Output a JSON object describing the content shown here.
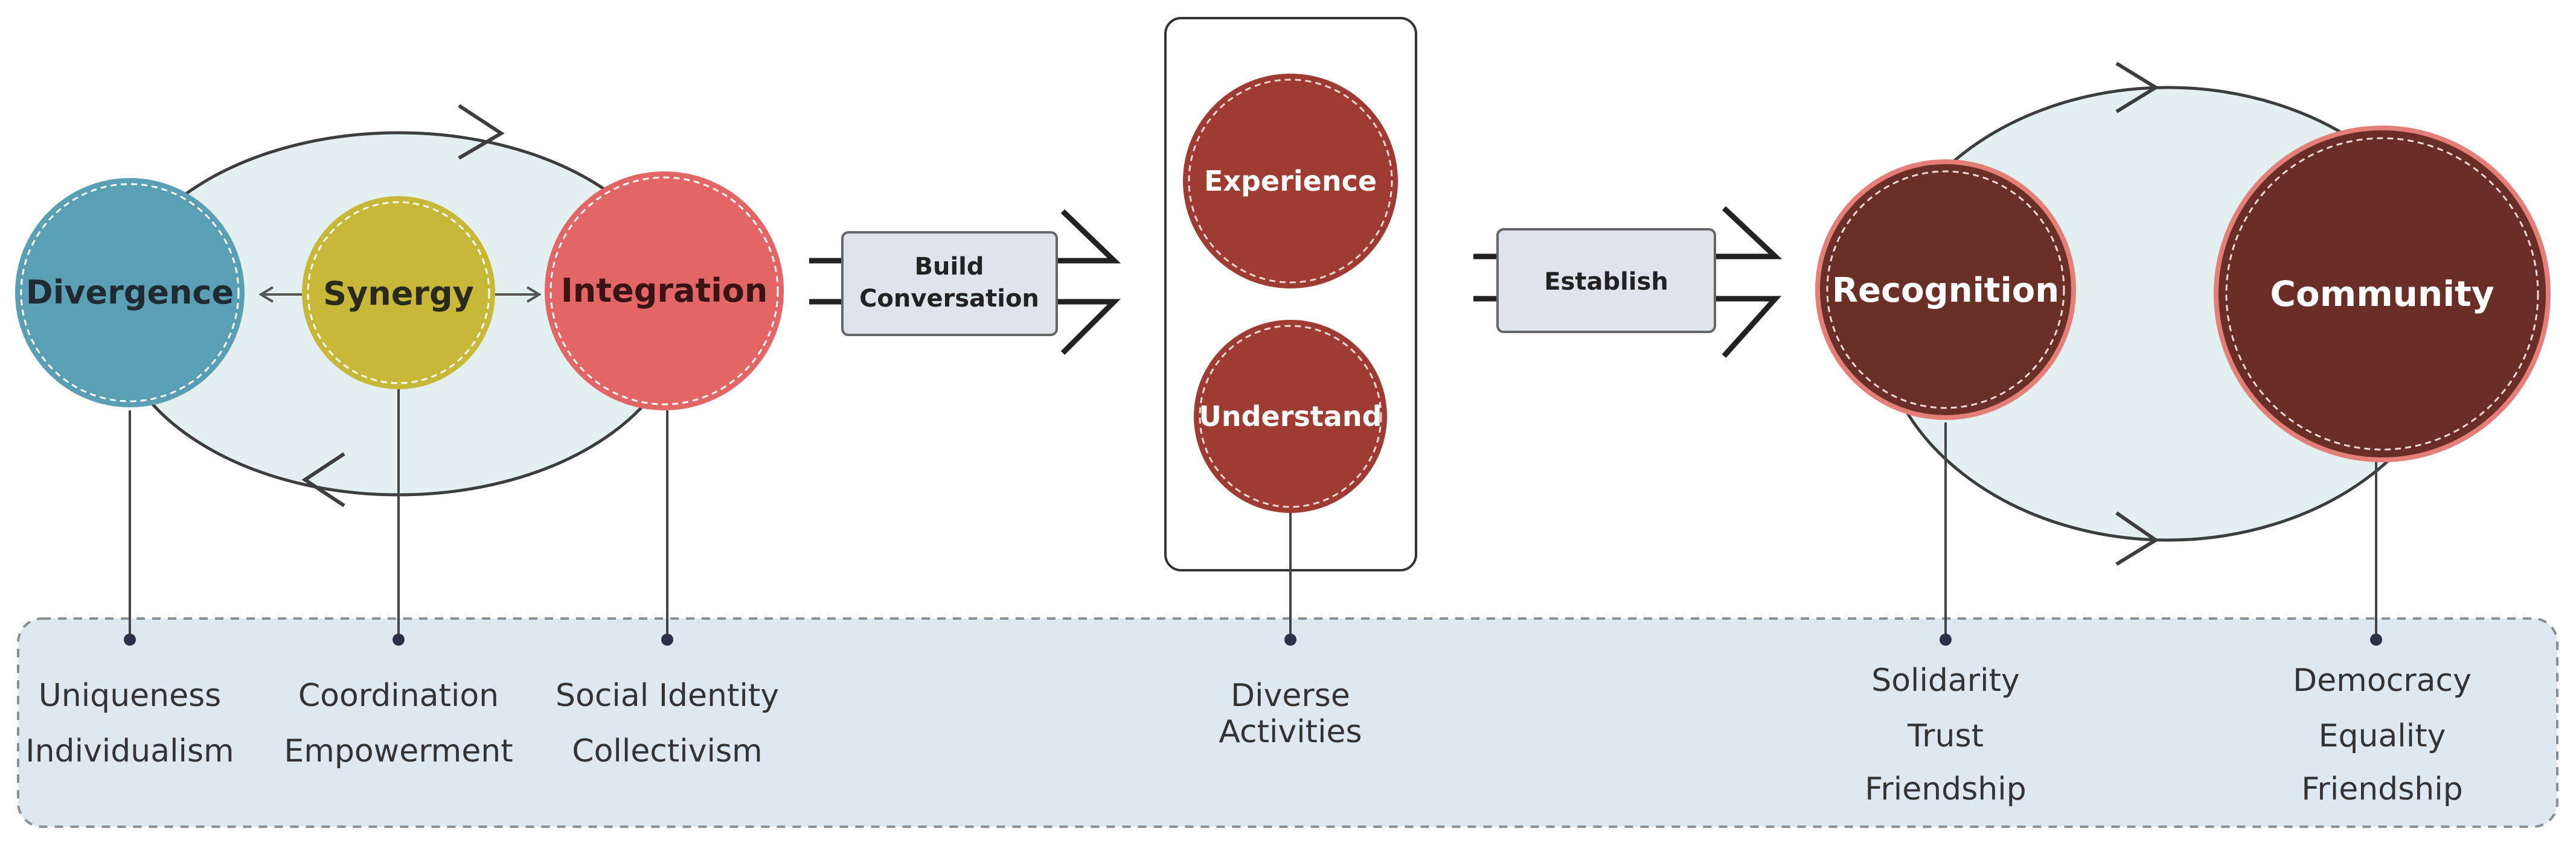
{
  "colors": {
    "divergence": "#5a9fb4",
    "synergy": "#c8b83a",
    "integration": "#e26666",
    "activity_circle": "#9e3b33",
    "recognition": "#6a2f26",
    "community": "#6b2e26",
    "ellipse_fill": "#e4f0ef",
    "panel_fill": "#dee8f1",
    "box_fill": "#dfe3ea"
  },
  "circles": {
    "divergence": "Divergence",
    "synergy": "Synergy",
    "integration": "Integration",
    "experience": "Experience",
    "understand": "Understand",
    "recognition": "Recognition",
    "community": "Community"
  },
  "connectors": {
    "build_line1": "Build",
    "build_line2": "Conversation",
    "establish": "Establish"
  },
  "attributes": {
    "divergence": [
      "Uniqueness",
      "Individualism"
    ],
    "synergy": [
      "Coordination",
      "Empowerment"
    ],
    "integration": [
      "Social Identity",
      "Collectivism"
    ],
    "activities": [
      "Diverse",
      "Activities"
    ],
    "recognition": [
      "Solidarity",
      "Trust",
      "Friendship"
    ],
    "community": [
      "Democracy",
      "Equality",
      "Friendship"
    ]
  }
}
